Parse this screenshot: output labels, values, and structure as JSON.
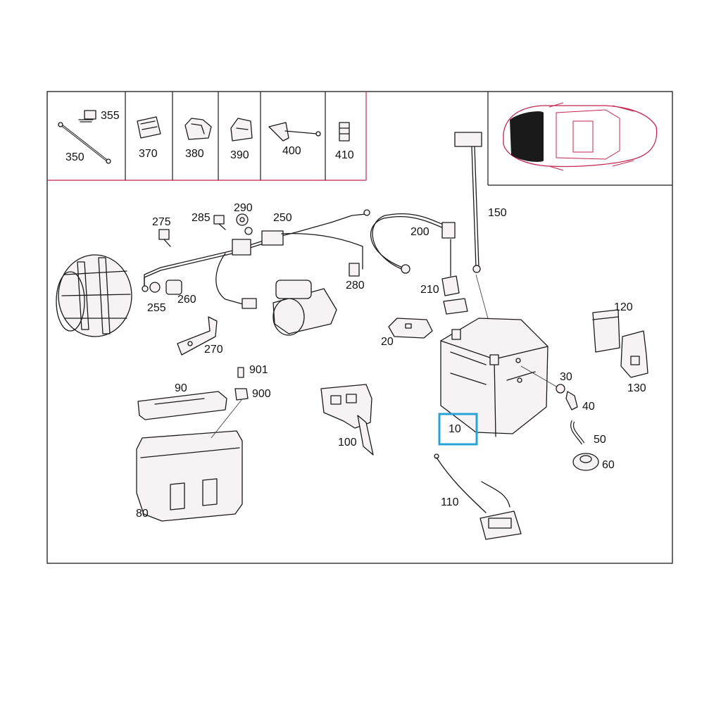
{
  "header_parts": [
    {
      "id": "355",
      "label": "355"
    },
    {
      "id": "350",
      "label": "350"
    },
    {
      "id": "370",
      "label": "370"
    },
    {
      "id": "380",
      "label": "380"
    },
    {
      "id": "390",
      "label": "390"
    },
    {
      "id": "400",
      "label": "400"
    },
    {
      "id": "410",
      "label": "410"
    }
  ],
  "callouts": {
    "p275": "275",
    "p285": "285",
    "p290": "290",
    "p250": "250",
    "p200": "200",
    "p150": "150",
    "p280": "280",
    "p255": "255",
    "p260": "260",
    "p270": "270",
    "p210": "210",
    "p120": "120",
    "p20": "20",
    "p30": "30",
    "p130": "130",
    "p901": "901",
    "p900": "900",
    "p90": "90",
    "p40": "40",
    "p10": "10",
    "p50": "50",
    "p100": "100",
    "p60": "60",
    "p110": "110",
    "p80": "80"
  },
  "highlighted_part": "10",
  "colors": {
    "frame_red": "#c4244f",
    "highlight": "#29a3d6",
    "line": "#1a1a1a"
  }
}
